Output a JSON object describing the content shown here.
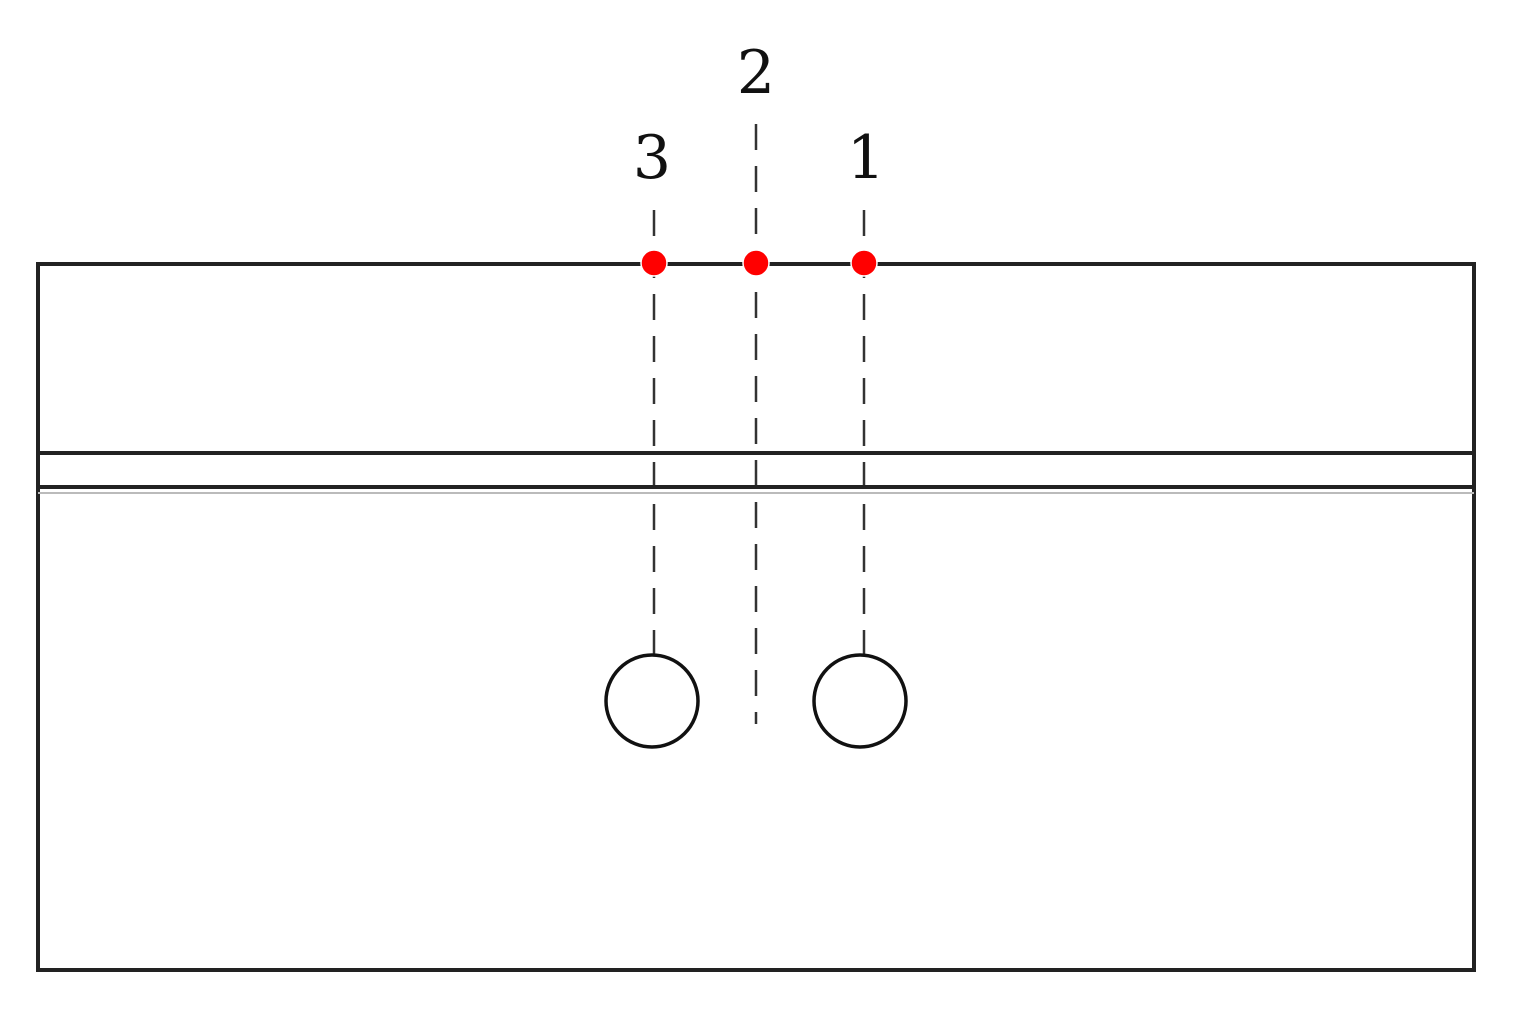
{
  "diagram": {
    "labels": {
      "section_1": "1",
      "section_2": "2",
      "section_3": "3"
    },
    "colors": {
      "measurement_point": "#ff0000",
      "outline": "#222222",
      "dashed_line": "#333333",
      "background": "#ffffff"
    },
    "elements": {
      "measurement_points_count": 3,
      "holes_count": 2,
      "layer_boundaries_count": 2
    }
  }
}
